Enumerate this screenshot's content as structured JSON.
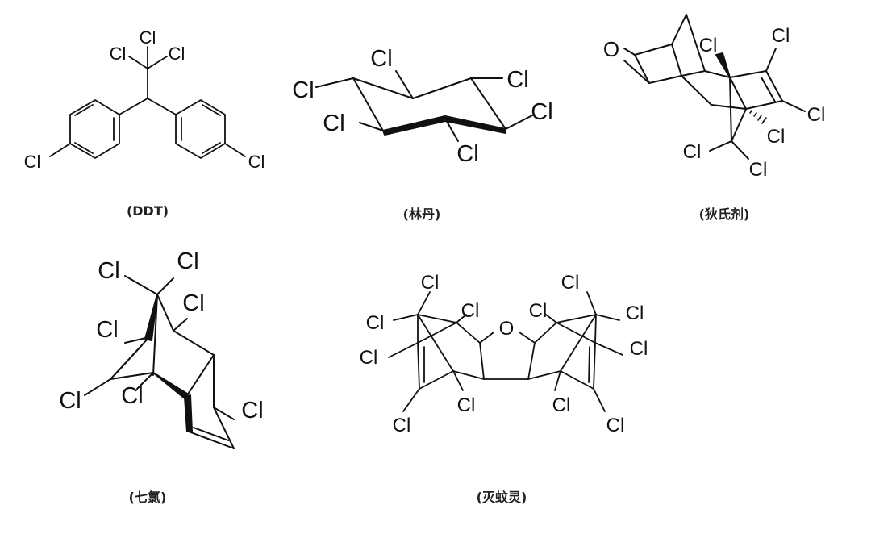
{
  "atom_label": "Cl",
  "oxygen_label": "O",
  "molecules": [
    {
      "id": "ddt",
      "caption": "(DDT)"
    },
    {
      "id": "lindane",
      "caption": "(林丹)"
    },
    {
      "id": "dieldrin",
      "caption": "(狄氏剂)"
    },
    {
      "id": "heptachlor",
      "caption": "(七氯)"
    },
    {
      "id": "isobenzan",
      "caption": "(灭蚊灵)"
    }
  ],
  "colors": {
    "ink": "#111111",
    "background": "#ffffff"
  }
}
